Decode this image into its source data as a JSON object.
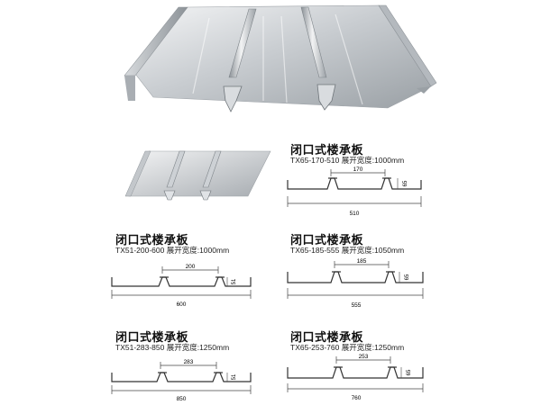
{
  "products": [
    {
      "title": "闭口式楼承板",
      "model": "TX65-170-510",
      "width_text": "展开宽度:1000mm",
      "pitch": "170",
      "height": "65",
      "total": "510"
    },
    {
      "title": "闭口式楼承板",
      "model": "TX51-200-600",
      "width_text": "展开宽度:1000mm",
      "pitch": "200",
      "height": "51",
      "total": "600"
    },
    {
      "title": "闭口式楼承板",
      "model": "TX65-185-555",
      "width_text": "展开宽度:1050mm",
      "pitch": "185",
      "height": "65",
      "total": "555"
    },
    {
      "title": "闭口式楼承板",
      "model": "TX51-283-850",
      "width_text": "展开宽度:1250mm",
      "pitch": "283",
      "height": "51",
      "total": "850"
    },
    {
      "title": "闭口式楼承板",
      "model": "TX65-253-760",
      "width_text": "展开宽度:1250mm",
      "pitch": "253",
      "height": "65",
      "total": "760"
    }
  ],
  "colors": {
    "metal_light": "#e8eaec",
    "metal_mid": "#b9bdc1",
    "metal_dark": "#7d8388",
    "line": "#444444"
  }
}
